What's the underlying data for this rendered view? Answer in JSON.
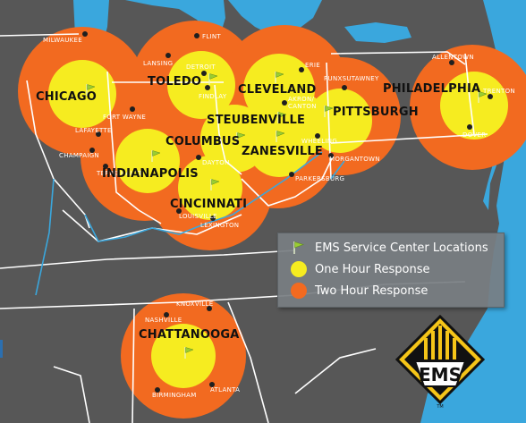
{
  "colors": {
    "water": "#3aa7dd",
    "land": "#565656",
    "land_dark": "#434343",
    "border": "#ffffff",
    "two_hour": "#f26a20",
    "one_hour": "#f6ec20",
    "flag": "#9acd32",
    "city_dot": "#222222"
  },
  "service_centers": [
    {
      "name": "CHICAGO"
    },
    {
      "name": "TOLEDO"
    },
    {
      "name": "CLEVELAND"
    },
    {
      "name": "PHILADELPHIA"
    },
    {
      "name": "STEUBENVILLE"
    },
    {
      "name": "PITTSBURGH"
    },
    {
      "name": "COLUMBUS"
    },
    {
      "name": "ZANESVILLE"
    },
    {
      "name": "INDIANAPOLIS"
    },
    {
      "name": "CINCINNATI"
    },
    {
      "name": "CHATTANOOGA"
    }
  ],
  "cities": [
    {
      "name": "MILWAUKEE"
    },
    {
      "name": "FLINT"
    },
    {
      "name": "LANSING"
    },
    {
      "name": "DETROIT"
    },
    {
      "name": "FINDLAY"
    },
    {
      "name": "ERIE"
    },
    {
      "name": "ALLENTOWN"
    },
    {
      "name": "PUNXSUTAWNEY"
    },
    {
      "name": "AKRON/"
    },
    {
      "name": "CANTON"
    },
    {
      "name": "TRENTON"
    },
    {
      "name": "FORT WAYNE"
    },
    {
      "name": "LAFAYETTE"
    },
    {
      "name": "DOVER"
    },
    {
      "name": "WHEELING"
    },
    {
      "name": "CHAMPAIGN"
    },
    {
      "name": "DAYTON"
    },
    {
      "name": "MORGANTOWN"
    },
    {
      "name": "TERRE HAUTE"
    },
    {
      "name": "PARKERSBURG"
    },
    {
      "name": "LOUISVILLE"
    },
    {
      "name": "LEXINGTON"
    },
    {
      "name": "KNOXVILLE"
    },
    {
      "name": "NASHVILLE"
    },
    {
      "name": "ATLANTA"
    },
    {
      "name": "BIRMINGHAM"
    }
  ],
  "legend": {
    "items": [
      {
        "label": "EMS Service Center Locations",
        "icon": "flag-icon"
      },
      {
        "label": "One Hour Response",
        "color": "#f6ec20"
      },
      {
        "label": "Two Hour Response",
        "color": "#f26a20"
      }
    ]
  },
  "logo": {
    "text": "EMS",
    "tm": "TM"
  }
}
